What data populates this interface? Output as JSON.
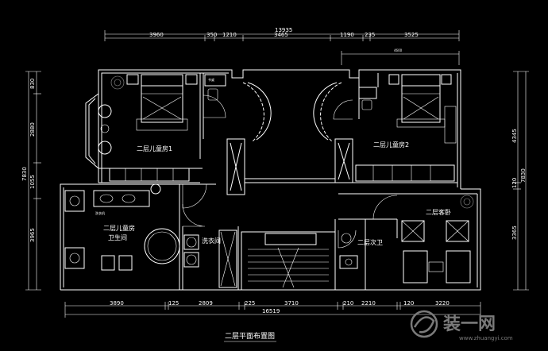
{
  "title": "二层平面布置图",
  "rooms": {
    "kids_room_1": "二层儿童房1",
    "kids_room_2": "二层儿童房2",
    "kids_bath": "二层儿童房卫生间",
    "kids_bath_line1": "二层儿童房",
    "kids_bath_line2": "卫生间",
    "laundry": "洗衣间",
    "guest_bath": "二层次卫",
    "guest_room": "二层客卧",
    "laundry_machine": "洗衣机",
    "desk_label": "书桌"
  },
  "dims_top": {
    "total": "13935",
    "segments": [
      "3960",
      "350",
      "1210",
      "3465",
      "1190",
      "235",
      "3525"
    ],
    "sub": "4600"
  },
  "dims_bottom": {
    "total": "16519",
    "segments": [
      "3890",
      "125",
      "2809",
      "225",
      "3710",
      "210",
      "2210",
      "120",
      "3220"
    ]
  },
  "dims_left": {
    "total": "7830",
    "segments": [
      "830",
      "2880",
      "1055",
      "3965"
    ]
  },
  "dims_right": {
    "total": "7830",
    "segments": [
      "4345",
      "120",
      "3365"
    ]
  },
  "watermark": {
    "brand": "装一网",
    "url": "www.zhuangyi.com"
  }
}
